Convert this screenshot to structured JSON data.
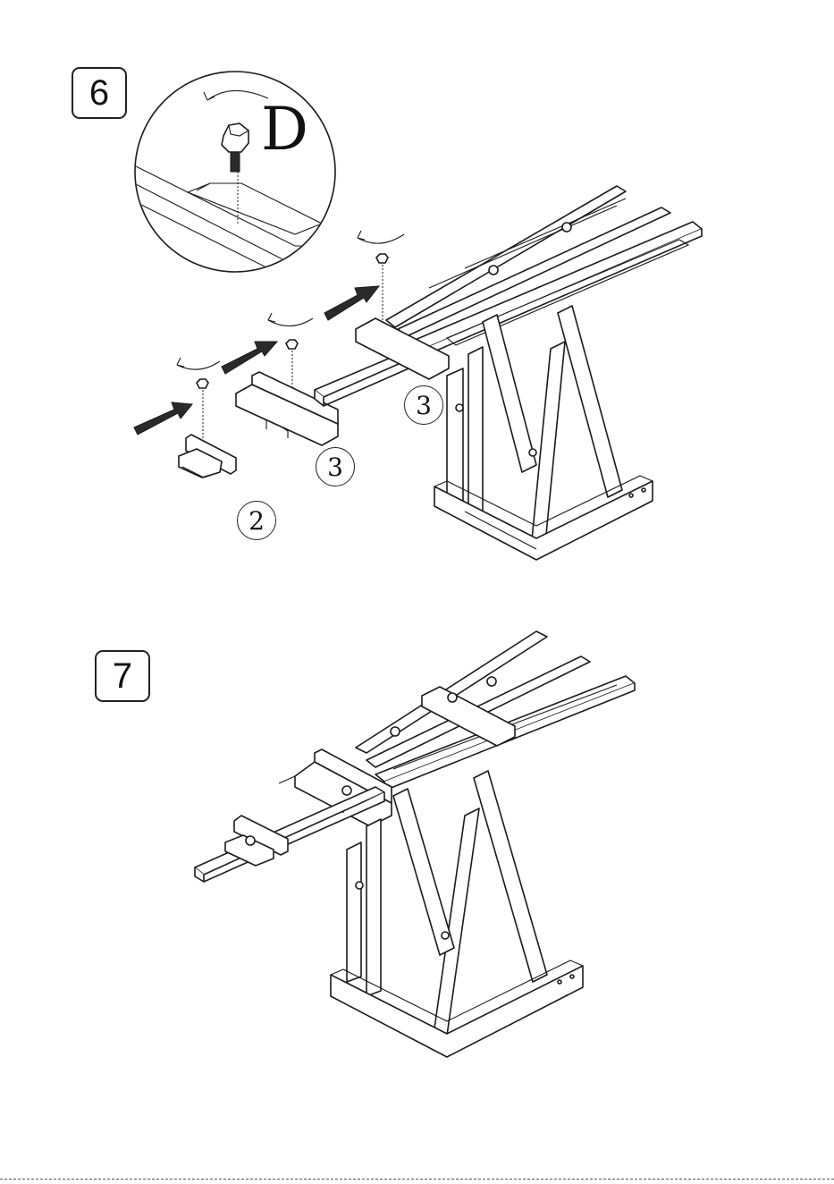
{
  "steps": {
    "step6": {
      "number": "6"
    },
    "step7": {
      "number": "7"
    }
  },
  "detail": {
    "letter": "D"
  },
  "callouts": {
    "part_a": "3",
    "part_b": "3",
    "part_c": "2"
  },
  "icons": {
    "rotation_arrow": "rotate-clockwise-icon",
    "push_arrow": "insert-arrow-icon",
    "knob": "star-knob-icon"
  },
  "colors": {
    "line": "#1a1a1a",
    "arrow_fill": "#2a2a2a",
    "background": "#ffffff"
  }
}
